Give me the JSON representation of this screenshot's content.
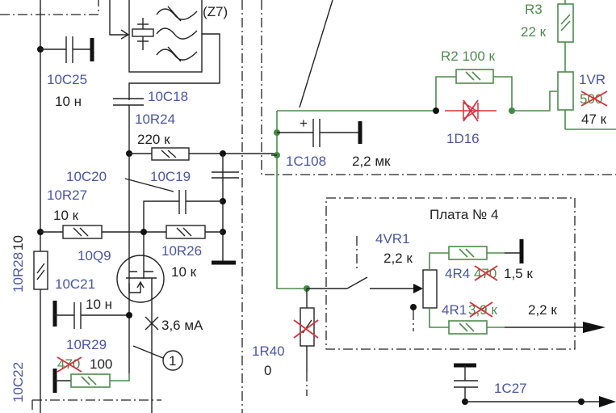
{
  "title": "Радиосхема: фрагмент УПЧ и Плата № 4",
  "colors": {
    "designator": "#4a55a2",
    "value": "#222222",
    "modified_trace": "#4e8a4e",
    "strike": "#d9303a"
  },
  "components": {
    "z7": {
      "ref": "(Z7)"
    },
    "c25": {
      "ref": "10C25",
      "value": "10 н"
    },
    "c18": {
      "ref": "10C18"
    },
    "r24": {
      "ref": "10R24",
      "value": "220 к"
    },
    "c20": {
      "ref": "10C20"
    },
    "c19": {
      "ref": "10C19"
    },
    "r27": {
      "ref": "10R27",
      "value": "10 к"
    },
    "r26": {
      "ref": "10R26",
      "value": "10 к"
    },
    "r28": {
      "ref": "10R28",
      "value": "10"
    },
    "q9": {
      "ref": "10Q9"
    },
    "c21": {
      "ref": "10C21",
      "value": "10 н"
    },
    "r29": {
      "ref": "10R29",
      "old_value": "470",
      "value": "100"
    },
    "c22": {
      "ref": "10C22"
    },
    "current": {
      "value": "3,6 мА"
    },
    "testpoint": {
      "label": "1"
    },
    "c108": {
      "ref": "1C108",
      "value": "2,2 мк",
      "polarity": "+"
    },
    "r2": {
      "ref": "R2",
      "value": "100 к"
    },
    "d16": {
      "ref": "1D16"
    },
    "r3": {
      "ref": "R3",
      "value": "22 к"
    },
    "vr": {
      "ref": "1VR",
      "old_value": "500",
      "value": "47 к"
    },
    "r40": {
      "ref": "1R40",
      "value": "0"
    },
    "board4": {
      "title": "Плата № 4"
    },
    "vr4": {
      "ref": "4VR1",
      "value": "2,2 к"
    },
    "r4": {
      "ref": "4R4",
      "old_value": "470",
      "value": "1,5 к"
    },
    "r1": {
      "ref": "4R1",
      "old_value": "3,9 к",
      "value": "2,2 к"
    },
    "c27": {
      "ref": "1C27"
    }
  }
}
